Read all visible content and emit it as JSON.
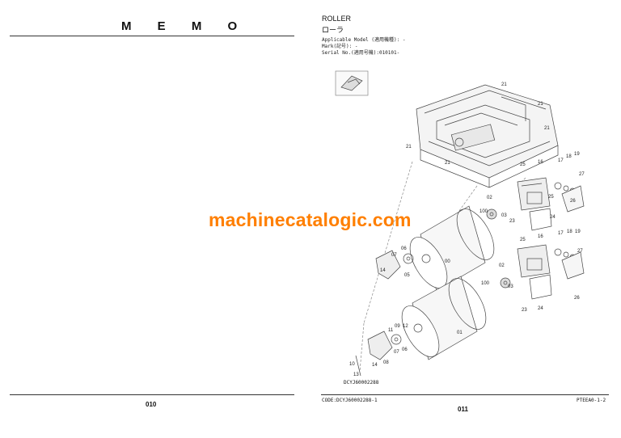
{
  "left_page": {
    "title": "M E M O",
    "page_number": "010"
  },
  "right_page": {
    "title": "ROLLER",
    "title_jp": "ローラ",
    "applicable_model": "Applicable Model (適用機種): -",
    "mark": "Mark(記号): -",
    "serial_no": "Serial No.(適用号機):010101-",
    "drawing_id": "DCYJ60002288",
    "code": "CODE:DCYJ60002288-1",
    "page_code": "PTEEA0-1-2",
    "page_number": "011",
    "callouts": [
      "21",
      "21",
      "21",
      "21",
      "21",
      "25",
      "16",
      "17",
      "18",
      "19",
      "27",
      "25",
      "23",
      "24",
      "26",
      "02",
      "100",
      "03",
      "00",
      "25",
      "16",
      "17",
      "18",
      "19",
      "27",
      "06",
      "07",
      "05",
      "14",
      "02",
      "100",
      "03",
      "23",
      "24",
      "26",
      "01",
      "11",
      "09",
      "12",
      "10",
      "07",
      "06",
      "13",
      "14",
      "08"
    ]
  },
  "watermark": "machinecatalogic.com"
}
